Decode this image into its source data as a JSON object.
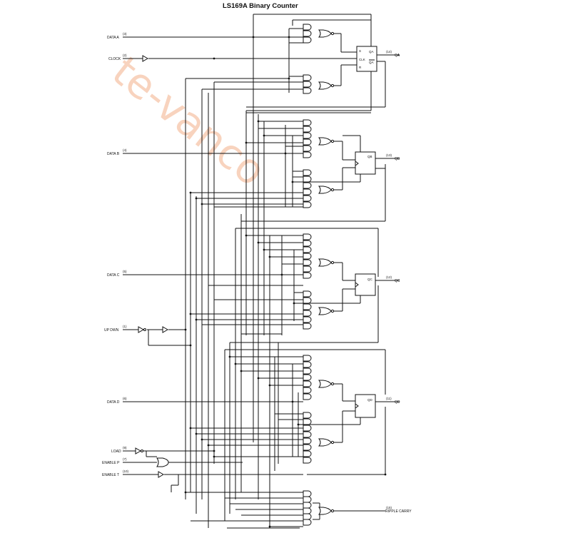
{
  "title": "LS169A Binary Counter",
  "inputs": {
    "data_a": {
      "label": "DATA A",
      "pin": "(3)"
    },
    "clock": {
      "label": "CLOCK",
      "pin": "(2)"
    },
    "data_b": {
      "label": "DATA B",
      "pin": "(4)"
    },
    "data_c": {
      "label": "DATA C",
      "pin": "(5)"
    },
    "up_down": {
      "label": "UP DWN",
      "pin": "(1)"
    },
    "data_d": {
      "label": "DATA D",
      "pin": "(6)"
    },
    "load": {
      "label": "LOAD",
      "pin": "(9)"
    },
    "enable_p": {
      "label": "ENABLE P",
      "pin": "(7)"
    },
    "enable_t": {
      "label": "ENABLE T",
      "pin": "(10)"
    }
  },
  "outputs": {
    "qa": {
      "label": "QA",
      "pin": "(14)"
    },
    "qb": {
      "label": "QB",
      "pin": "(13)"
    },
    "qc": {
      "label": "QC",
      "pin": "(12)"
    },
    "qd": {
      "label": "QD",
      "pin": "(11)"
    },
    "ripple_carry": {
      "label": "RIPPLE CARRY",
      "pin": "(15)"
    }
  },
  "flipflops": {
    "a": {
      "s": "S",
      "clk": "CLK",
      "r": "R",
      "q": "QA",
      "qbar": "QA"
    },
    "b": {
      "q": "QB"
    },
    "c": {
      "q": "QC"
    },
    "d": {
      "q": "QD"
    }
  },
  "watermark": "te-vanco"
}
